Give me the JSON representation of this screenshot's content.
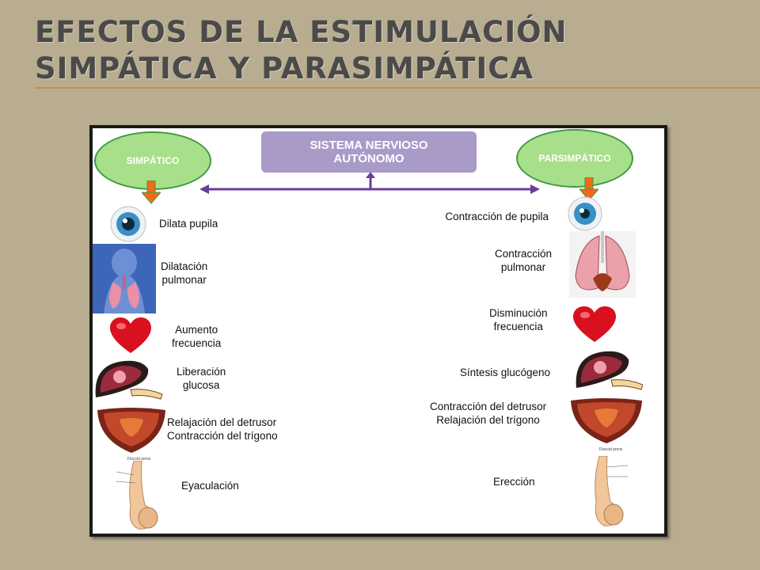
{
  "title": "EFECTOS DE LA ESTIMULACIÓN SIMPÁTICA Y PARASIMPÁTICA",
  "diagram": {
    "center_box": "SISTEMA NERVIOSO AUTÓNOMO",
    "left_node": "SIMPÁTICO",
    "right_node": "PARSIMPÁTICO",
    "colors": {
      "node_fill": "#a8df8a",
      "node_border": "#3f9a3f",
      "box_fill": "#a99ac8",
      "connector": "#6b3d9a",
      "down_arrow": "#f26a1b",
      "title_rule": "#d9883a"
    },
    "left_effects": [
      {
        "icon": "eye-icon",
        "lines": [
          "Dilata pupila"
        ]
      },
      {
        "icon": "lungs-icon",
        "lines": [
          "Dilatación",
          "pulmonar"
        ]
      },
      {
        "icon": "heart-icon",
        "lines": [
          "Aumento",
          "frecuencia"
        ]
      },
      {
        "icon": "liver-icon",
        "lines": [
          "Liberación",
          "glucosa"
        ]
      },
      {
        "icon": "bladder-icon",
        "lines": [
          "Relajación del detrusor",
          "Contracción del trígono"
        ]
      },
      {
        "icon": "male-anatomy-icon",
        "lines": [
          "Eyaculación"
        ]
      }
    ],
    "right_effects": [
      {
        "icon": "eye-icon",
        "lines": [
          "Contracción de pupila"
        ]
      },
      {
        "icon": "lungs-icon",
        "lines": [
          "Contracción",
          "pulmonar"
        ]
      },
      {
        "icon": "heart-icon",
        "lines": [
          "Disminución",
          "frecuencia"
        ]
      },
      {
        "icon": "liver-icon",
        "lines": [
          "Síntesis glucógeno"
        ]
      },
      {
        "icon": "bladder-icon",
        "lines": [
          "Contracción del detrusor",
          "Relajación del trígono"
        ]
      },
      {
        "icon": "male-anatomy-icon",
        "lines": [
          "Erección"
        ]
      }
    ]
  }
}
